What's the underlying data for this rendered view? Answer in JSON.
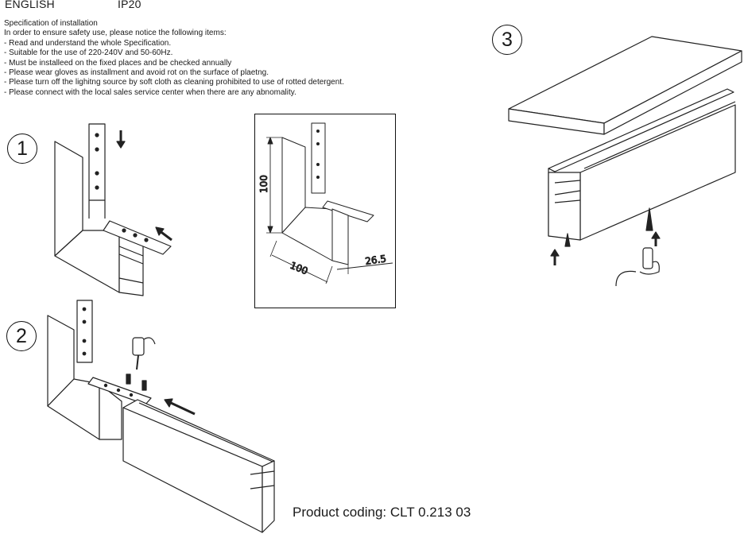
{
  "header": {
    "language": "ENGLISH",
    "rating": "IP20"
  },
  "spec": {
    "title": "Specification of installation",
    "intro": "In order to ensure safety use, please notice the following items:",
    "items": [
      "- Read and understand the whole Specification.",
      "- Suitable for the use of 220-240V and 50-60Hz.",
      "- Must be installeed on the fixed places and be checked annually",
      "- Please wear gloves as installment and avoid rot on the surface of plaetng.",
      "- Please turn off the lighitng source by soft cloth as cleaning prohibited to use of rotted detergent.",
      "- Please connect with the local sales service center when there are any abnomality."
    ]
  },
  "steps": {
    "one": "1",
    "two": "2",
    "three": "3"
  },
  "dimensions": {
    "height": "100",
    "width": "100",
    "depth": "26.5"
  },
  "footer": {
    "product_coding": "Product coding: CLT 0.213 03"
  }
}
